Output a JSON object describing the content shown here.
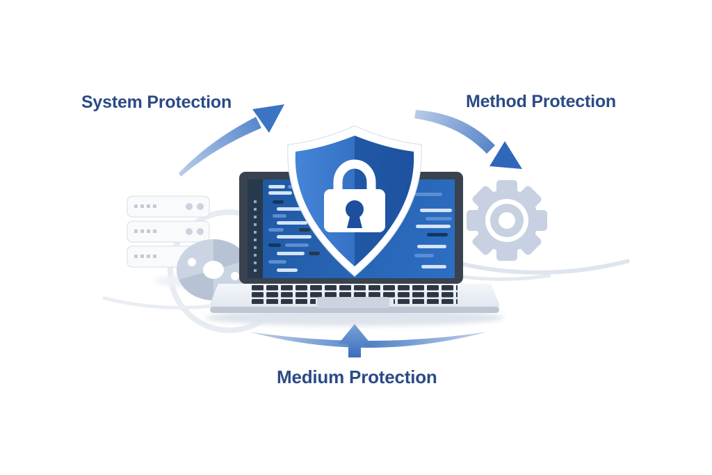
{
  "illustration": {
    "title": "Protection diagram with shield, lock and laptop",
    "background": "#ffffff"
  },
  "labels": {
    "system": "System Protection",
    "method": "Method Protection",
    "medium": "Medium Protection"
  },
  "icons": [
    {
      "name": "shield-lock-icon",
      "for_label": "center security shield with padlock"
    },
    {
      "name": "laptop-icon",
      "for_label": "laptop with code on screen"
    },
    {
      "name": "server-stack-icon",
      "for_label": "system protection"
    },
    {
      "name": "disc-icon",
      "for_label": "medium protection"
    },
    {
      "name": "gear-icon",
      "for_label": "method protection"
    },
    {
      "name": "curved-arrow-up-right-icon",
      "for_label": "flow from System Protection"
    },
    {
      "name": "curved-arrow-down-right-icon",
      "for_label": "flow to Method Protection"
    },
    {
      "name": "up-arrow-icon",
      "for_label": "flow from Medium Protection"
    }
  ],
  "colors": {
    "label_text": "#2b4a87",
    "arrow_blue": "#3b74c4",
    "arrow_tail": "#b9cbe8",
    "shield_left": "#4285d8",
    "shield_right": "#2158a6",
    "shield_border": "#ffffff",
    "padlock": "#ffffff",
    "keyhole": "#1d4f9c",
    "screen_blue": "#2565b8",
    "laptop_frame": "#39424f",
    "laptop_body": "#e9edf4",
    "key_color": "#2d3744",
    "muted_icon_gray": "#c7d1e1"
  }
}
